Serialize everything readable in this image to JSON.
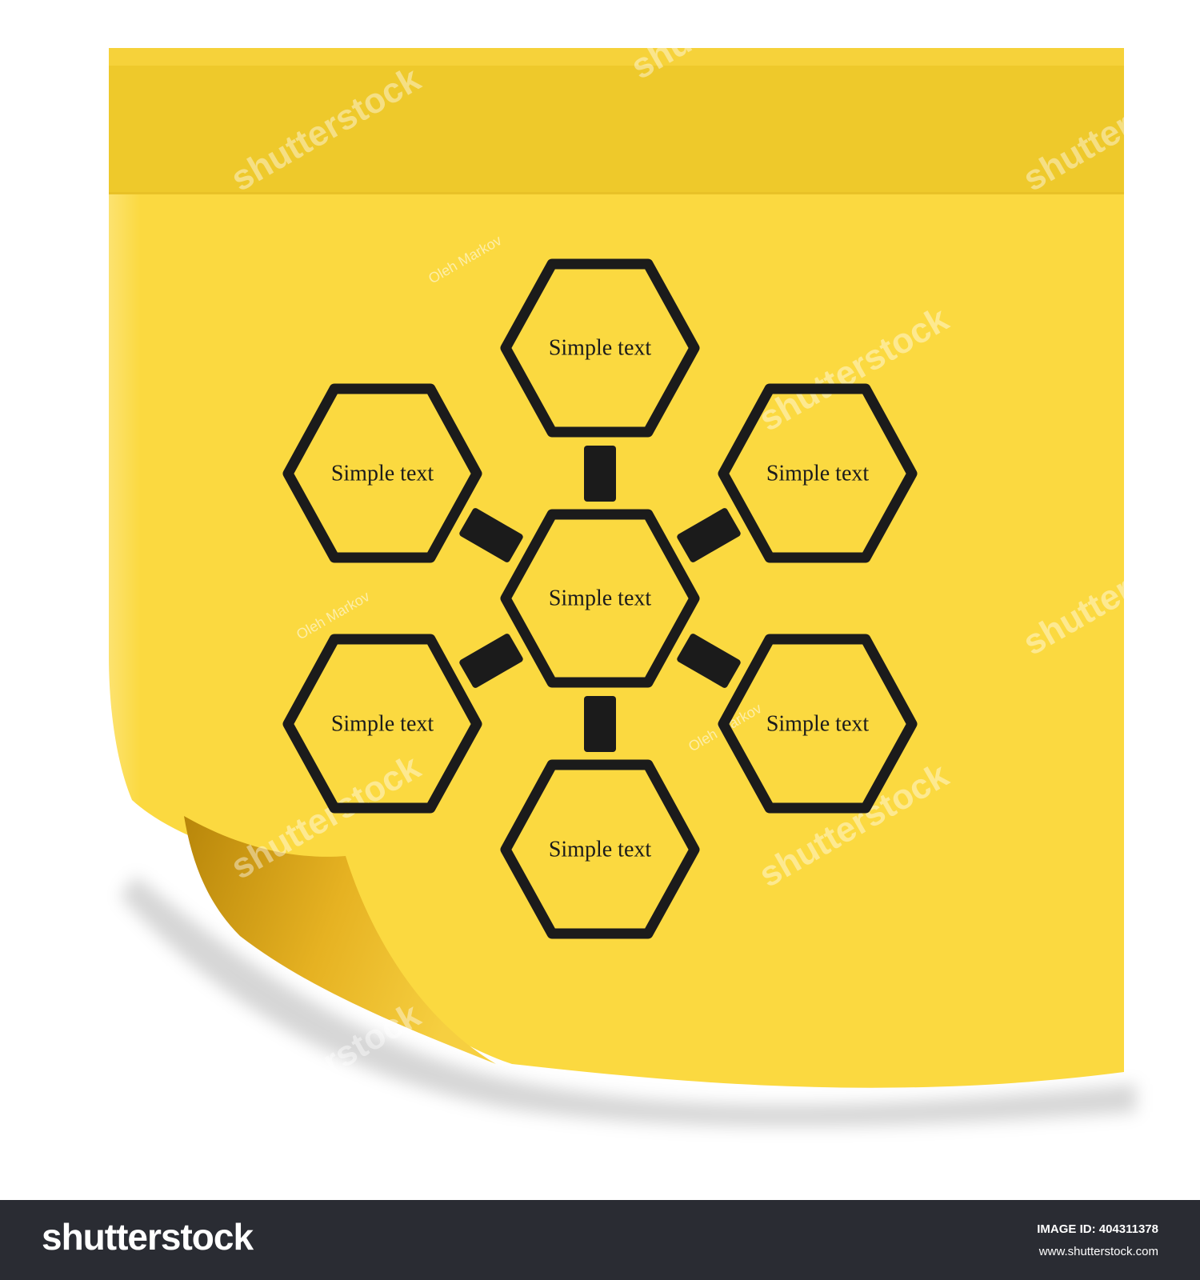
{
  "diagram": {
    "center": {
      "label": "Simple text"
    },
    "satellites": [
      {
        "position": "top",
        "label": "Simple text"
      },
      {
        "position": "upper-left",
        "label": "Simple text"
      },
      {
        "position": "upper-right",
        "label": "Simple text"
      },
      {
        "position": "lower-left",
        "label": "Simple text"
      },
      {
        "position": "lower-right",
        "label": "Simple text"
      },
      {
        "position": "bottom",
        "label": "Simple text"
      }
    ]
  },
  "watermark": {
    "brand": "shutterstock",
    "author": "Oleh Markov"
  },
  "footer": {
    "logo": "shutterstock",
    "image_id": "IMAGE ID: 404311378",
    "site": "www.shutterstock.com"
  },
  "colors": {
    "note": "#fbd940",
    "note_header": "#f0cb2c",
    "outline": "#1b1b1b",
    "footer_background": "#2a2c33"
  }
}
